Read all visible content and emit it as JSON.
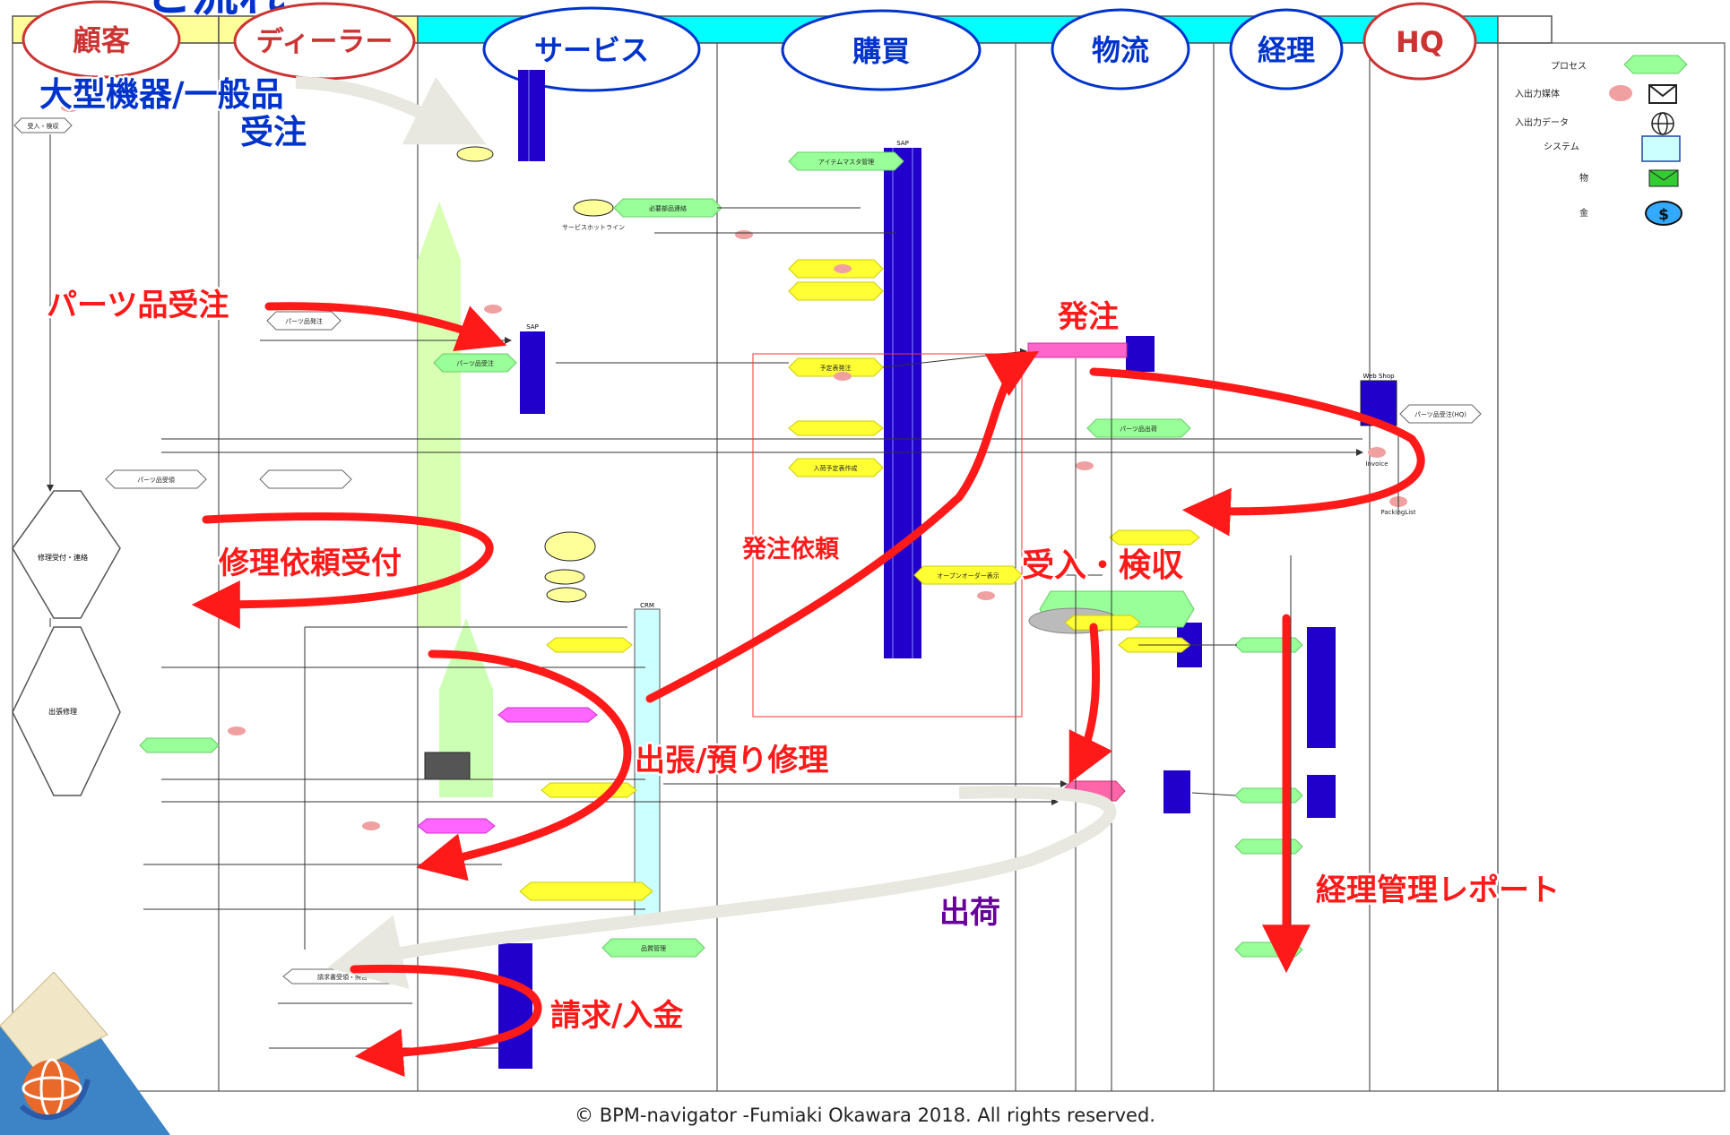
{
  "title_fragment": "と流れ",
  "lanes": [
    {
      "label": "顧客",
      "style": "red"
    },
    {
      "label": "ディーラー",
      "style": "red"
    },
    {
      "label": "サービス",
      "style": "blue"
    },
    {
      "label": "購買",
      "style": "blue"
    },
    {
      "label": "物流",
      "style": "blue"
    },
    {
      "label": "経理",
      "style": "blue"
    },
    {
      "label": "HQ",
      "style": "red"
    }
  ],
  "legend": {
    "items": [
      {
        "label": "プロセス",
        "icon": "process-hexagon-icon"
      },
      {
        "label": "入出力媒体",
        "icon": "media-envelope-icon"
      },
      {
        "label": "入出力データ",
        "icon": "data-globe-icon"
      },
      {
        "label": "システム",
        "icon": "system-box-icon"
      },
      {
        "label": "物",
        "icon": "goods-box-icon"
      },
      {
        "label": "金",
        "icon": "money-dollar-icon"
      }
    ]
  },
  "systems": [
    "SAP",
    "CRM",
    "Web Shop"
  ],
  "process_labels": [
    "受入・検収",
    "アイテムマスタ管理",
    "必要部品連絡",
    "パーツ品受注",
    "予定表発注",
    "入荷予定表作成",
    "オープンオーダー表示",
    "修理受付・連絡",
    "出張修理",
    "パーツ品発注",
    "パーツ品出荷",
    "請求書受領・照合",
    "品質管理",
    "サービスホットライン",
    "パーツ品受領",
    "パーツ品受注(HQ)",
    "Invoice",
    "PackingList"
  ],
  "overlay": {
    "large_order_line1": "大型機器/一般品",
    "large_order_line2": "受注",
    "parts_order": "パーツ品受注",
    "repair_request": "修理依頼受付",
    "order_request": "発注依頼",
    "order": "発注",
    "receiving": "受入・検収",
    "field_repair": "出張/預り修理",
    "shipping": "出荷",
    "accounting_report": "経理管理レポート",
    "billing": "請求/入金"
  },
  "colors": {
    "arrow_red": "#ff1a1a",
    "lane_header_cyan": "#00ffff",
    "lane_header_yellow": "#ffff99",
    "system_bar_blue": "#2200cc",
    "process_green": "#99ff99",
    "process_yellow": "#ffff33",
    "process_pink": "#ff66cc",
    "overlay_blue": "#0033cc",
    "overlay_purple": "#660099"
  },
  "copyright": "© BPM-navigator -Fumiaki Okawara 2018. All rights reserved."
}
